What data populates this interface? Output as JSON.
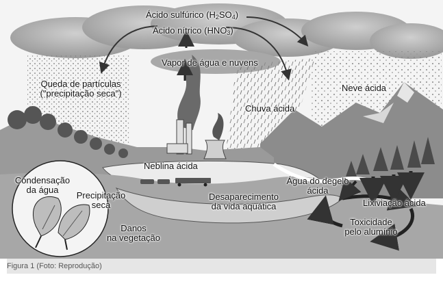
{
  "labels": {
    "sulfuric_acid_prefix": "Ácido sulfúrico (H",
    "sulfuric_acid_sub1": "2",
    "sulfuric_acid_mid": "SO",
    "sulfuric_acid_sub2": "4",
    "sulfuric_acid_suffix": ")",
    "nitric_acid_prefix": "Ácido nítrico (HNO",
    "nitric_acid_sub": "3",
    "nitric_acid_suffix": ")",
    "vapor_clouds": "Vapor de água e nuvens",
    "dry_deposition_line1": "Queda de partículas",
    "dry_deposition_line2": "(\"precipitação seca\")",
    "acid_snow": "Neve ácida",
    "acid_rain": "Chuva ácida",
    "acid_fog": "Neblina ácida",
    "snowmelt_line1": "Água do degelo",
    "snowmelt_line2": "ácida",
    "aquatic_loss_line1": "Desaparecimento",
    "aquatic_loss_line2": "da vida aquática",
    "leaching": "Lixiviação ácida",
    "aluminum_toxicity_line1": "Toxicidade",
    "aluminum_toxicity_line2": "pelo alumínio",
    "condensation_line1": "Condensação",
    "condensation_line2": "da água",
    "dry_precip_line1": "Precipitação",
    "dry_precip_line2": "seca",
    "vegetation_damage_line1": "Danos",
    "vegetation_damage_line2": "na vegetação"
  },
  "caption": "Figura 1 (Foto: Reprodução)"
}
